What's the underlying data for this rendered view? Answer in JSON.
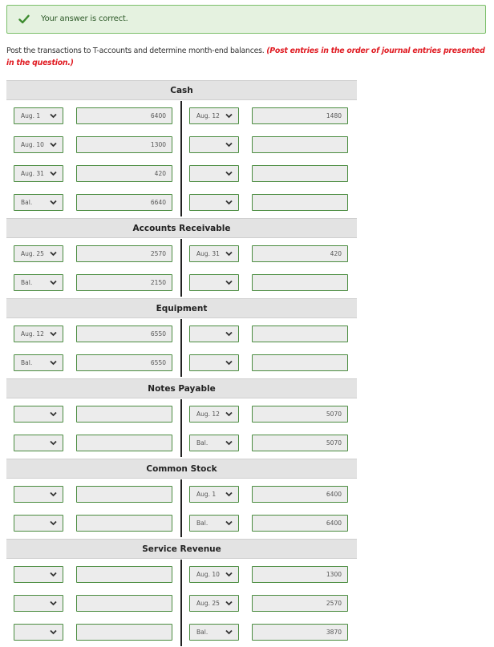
{
  "banner": {
    "message": "Your answer is correct."
  },
  "instructions": {
    "text": "Post the transactions to T-accounts and determine month-end balances. ",
    "emphasis": "(Post entries in the order of journal entries presented in the question.)"
  },
  "accounts": [
    {
      "name": "Cash",
      "rows": [
        {
          "debit_date": "Aug. 1",
          "debit_amount": "6400",
          "credit_date": "Aug. 12",
          "credit_amount": "1480"
        },
        {
          "debit_date": "Aug. 10",
          "debit_amount": "1300",
          "credit_date": "",
          "credit_amount": ""
        },
        {
          "debit_date": "Aug. 31",
          "debit_amount": "420",
          "credit_date": "",
          "credit_amount": ""
        },
        {
          "debit_date": "Bal.",
          "debit_amount": "6640",
          "credit_date": "",
          "credit_amount": ""
        }
      ]
    },
    {
      "name": "Accounts Receivable",
      "rows": [
        {
          "debit_date": "Aug. 25",
          "debit_amount": "2570",
          "credit_date": "Aug. 31",
          "credit_amount": "420"
        },
        {
          "debit_date": "Bal.",
          "debit_amount": "2150",
          "credit_date": "",
          "credit_amount": ""
        }
      ]
    },
    {
      "name": "Equipment",
      "rows": [
        {
          "debit_date": "Aug. 12",
          "debit_amount": "6550",
          "credit_date": "",
          "credit_amount": ""
        },
        {
          "debit_date": "Bal.",
          "debit_amount": "6550",
          "credit_date": "",
          "credit_amount": ""
        }
      ]
    },
    {
      "name": "Notes Payable",
      "rows": [
        {
          "debit_date": "",
          "debit_amount": "",
          "credit_date": "Aug. 12",
          "credit_amount": "5070"
        },
        {
          "debit_date": "",
          "debit_amount": "",
          "credit_date": "Bal.",
          "credit_amount": "5070"
        }
      ]
    },
    {
      "name": "Common Stock",
      "rows": [
        {
          "debit_date": "",
          "debit_amount": "",
          "credit_date": "Aug. 1",
          "credit_amount": "6400"
        },
        {
          "debit_date": "",
          "debit_amount": "",
          "credit_date": "Bal.",
          "credit_amount": "6400"
        }
      ]
    },
    {
      "name": "Service Revenue",
      "rows": [
        {
          "debit_date": "",
          "debit_amount": "",
          "credit_date": "Aug. 10",
          "credit_amount": "1300"
        },
        {
          "debit_date": "",
          "debit_amount": "",
          "credit_date": "Aug. 25",
          "credit_amount": "2570"
        },
        {
          "debit_date": "",
          "debit_amount": "",
          "credit_date": "Bal.",
          "credit_amount": "3870"
        }
      ]
    }
  ],
  "colors": {
    "banner_bg": "#e5f2e0",
    "banner_border": "#7bbf6a",
    "check": "#3d8b2f",
    "field_border": "#4a8c3f",
    "emphasis": "#e01b22"
  },
  "icons": {
    "banner": "check-icon",
    "dropdown": "chevron-down-icon"
  }
}
